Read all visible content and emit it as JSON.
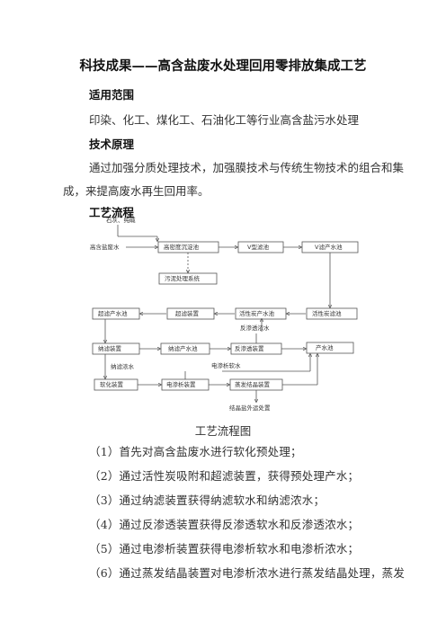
{
  "doc": {
    "title": "科技成果——高含盐废水处理回用零排放集成工艺",
    "sections": {
      "scope_heading": "适用范围",
      "scope_text": "印染、化工、煤化工、石油化工等行业高含盐污水处理",
      "principle_heading": "技术原理",
      "principle_line1": "通过加强分质处理技术，加强膜技术与传统生物技术的组合和集",
      "principle_line2": "成，来提高废水再生回用率。",
      "process_heading": "工艺流程"
    },
    "caption": "工艺流程图",
    "steps": [
      "（1）首先对高含盐废水进行软化预处理；",
      "（2）通过活性炭吸附和超滤装置，获得预处理产水；",
      "（3）通过纳滤装置获得纳滤软水和纳滤浓水；",
      "（4）通过反渗透装置获得反渗透软水和反渗透浓水；",
      "（5）通过电渗析装置获得电渗析软水和电渗析浓水；",
      "（6）通过蒸发结晶装置对电渗析浓水进行蒸发结晶处理，蒸发"
    ]
  },
  "flow": {
    "lime": "石灰、纯碱",
    "input": "高含盐废水",
    "softening": "高密度沉淀池",
    "vfilter": "V型滤池",
    "vpool": "V滤产水池",
    "sludge": "污泥处理系统",
    "uf_pool": "超滤产水池",
    "uf": "超滤装置",
    "carbon_pool": "活性炭产水池",
    "carbon_filter": "活性炭滤池",
    "ro_conc": "反渗透浓水",
    "nf": "纳滤装置",
    "nf_pool": "纳滤产水池",
    "ro": "反渗透装置",
    "product": "产水池",
    "nf_conc": "纳滤浓水",
    "ed_soft": "电渗析软水",
    "soft_dev": "软化装置",
    "ed": "电渗析装置",
    "evap": "蒸发结晶装置",
    "salt": "结晶盐外运处置"
  }
}
